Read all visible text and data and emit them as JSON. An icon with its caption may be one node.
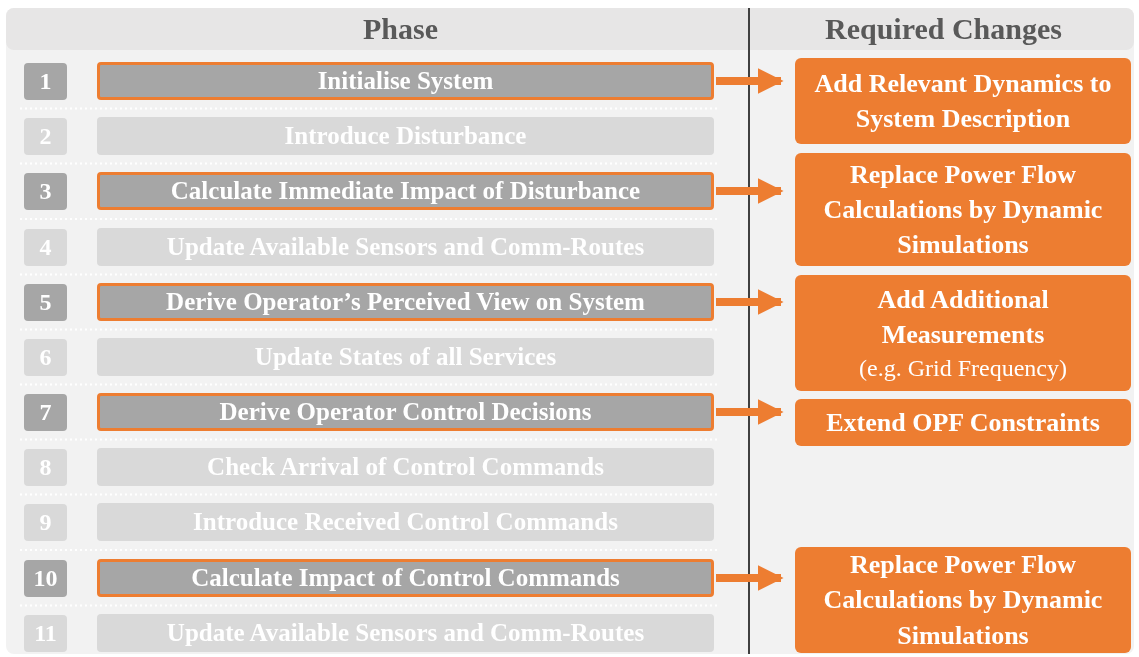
{
  "diagram": {
    "nodes": [
      {
        "text": [
          "1"
        ]
      },
      {
        "text": [
          "Initialise System"
        ]
      },
      {
        "text": [
          "Add Relevant Dynamics to System Description"
        ]
      },
      {
        "text": [
          "2"
        ]
      },
      {
        "text": [
          "Introduce Disturbance"
        ]
      },
      {
        "text": [
          "3"
        ]
      },
      {
        "text": [
          "Calculate Immediate Impact of Disturbance"
        ]
      },
      {
        "text": [
          "Replace Power Flow Calculations by Dynamic Simulations"
        ]
      },
      {
        "text": [
          "4"
        ]
      },
      {
        "text": [
          "Update Available Sensors and Comm-Routes"
        ]
      },
      {
        "text": [
          "5"
        ]
      },
      {
        "text": [
          "Derive Operator’s Perceived View on System"
        ]
      },
      {
        "text": [
          "Add Additional Measurements",
          "(e.g. Grid Frequency)"
        ]
      },
      {
        "text": [
          "6"
        ]
      },
      {
        "text": [
          "Update States of all Services"
        ]
      },
      {
        "text": [
          "7"
        ]
      },
      {
        "text": [
          "Derive Operator Control Decisions"
        ]
      },
      {
        "text": [
          "Extend OPF Constraints"
        ]
      },
      {
        "text": [
          "8"
        ]
      },
      {
        "text": [
          "Check Arrival of Control Commands"
        ]
      },
      {
        "text": [
          "9"
        ]
      },
      {
        "text": [
          "Introduce Received Control Commands"
        ]
      },
      {
        "text": [
          "10"
        ]
      },
      {
        "text": [
          "Calculate Impact of Control Commands"
        ]
      },
      {
        "text": [
          "Replace Power Flow Calculations by Dynamic Simulations"
        ]
      },
      {
        "text": [
          "11"
        ]
      },
      {
        "text": [
          "Update Available Sensors and Comm-Routes"
        ]
      }
    ],
    "edges": [
      {
        "from": 1,
        "to": 2,
        "arrow": "to"
      },
      {
        "from": 6,
        "to": 7,
        "arrow": "to"
      },
      {
        "from": 11,
        "to": 12,
        "arrow": "to"
      },
      {
        "from": 16,
        "to": 17,
        "arrow": "to"
      },
      {
        "from": 23,
        "to": 24,
        "arrow": "to"
      }
    ],
    "labels": [
      "Phase",
      "Required Changes"
    ]
  }
}
